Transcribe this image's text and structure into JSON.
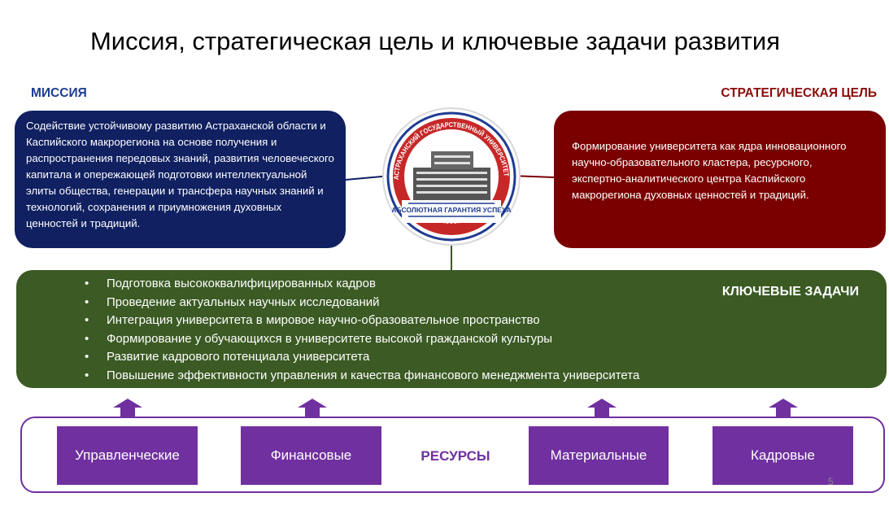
{
  "title": "Миссия, стратегическая цель и ключевые задачи развития",
  "mission": {
    "heading": "МИССИЯ",
    "text": "Содействие устойчивому развитию Астраханской области и Каспийского макрорегиона на основе получения и распространения передовых знаний, развития человеческого капитала и опережающей подготовки интеллектуальной элиты общества, генерации и трансфера научных знаний и технологий, сохранения и приумножения духовных ценностей и традиций."
  },
  "strategy": {
    "heading": "СТРАТЕГИЧЕСКАЯ ЦЕЛЬ",
    "text": "Формирование университета как ядра инновационного научно-образовательного кластера, ресурсного, экспертно-аналитического центра Каспийского макрорегиона духовных ценностей и традиций."
  },
  "logo": {
    "ring_text": "АСТРАХАНСКИЙ ГОСУДАРСТВЕННЫЙ УНИВЕРСИТЕТ",
    "slogan": "АБСОЛЮТНАЯ ГАРАНТИЯ УСПЕХА",
    "year": "1932"
  },
  "tasks": {
    "heading": "КЛЮЧЕВЫЕ ЗАДАЧИ",
    "items": [
      "Подготовка высококвалифицированных кадров",
      "Проведение актуальных научных исследований",
      "Интеграция университета в мировое научно-образовательное пространство",
      "Формирование у обучающихся в университете высокой гражданской культуры",
      "Развитие кадрового потенциала университета",
      "Повышение эффективности управления и качества финансового менеджмента университета"
    ]
  },
  "resources": {
    "label": "РЕСУРСЫ",
    "items": [
      "Управленческие",
      "Финансовые",
      "Материальные",
      "Кадровые"
    ]
  },
  "page_number": "5",
  "colors": {
    "mission": "#102060",
    "strategy": "#7a0000",
    "tasks": "#3b5a24",
    "resources": "#7030a0"
  }
}
